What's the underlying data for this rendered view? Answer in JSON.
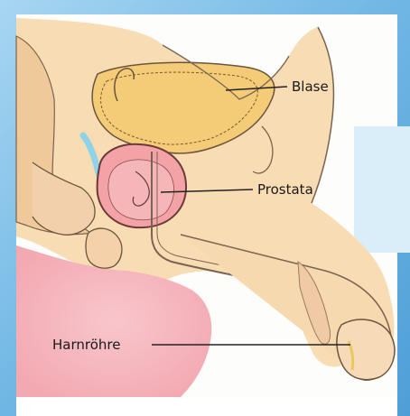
{
  "labels": {
    "bladder": "Blase",
    "prostate": "Prostata",
    "urethra": "Harnröhre"
  },
  "colors": {
    "frame_blue": "#6fb6e4",
    "skin": "#f8dcb4",
    "bladder_fill": "#f4cc78",
    "prostate_fill": "#f3a3a6",
    "tissue_pink": "#f6b8bf",
    "outline": "#5a4a3a",
    "leader_line": "#222222"
  }
}
